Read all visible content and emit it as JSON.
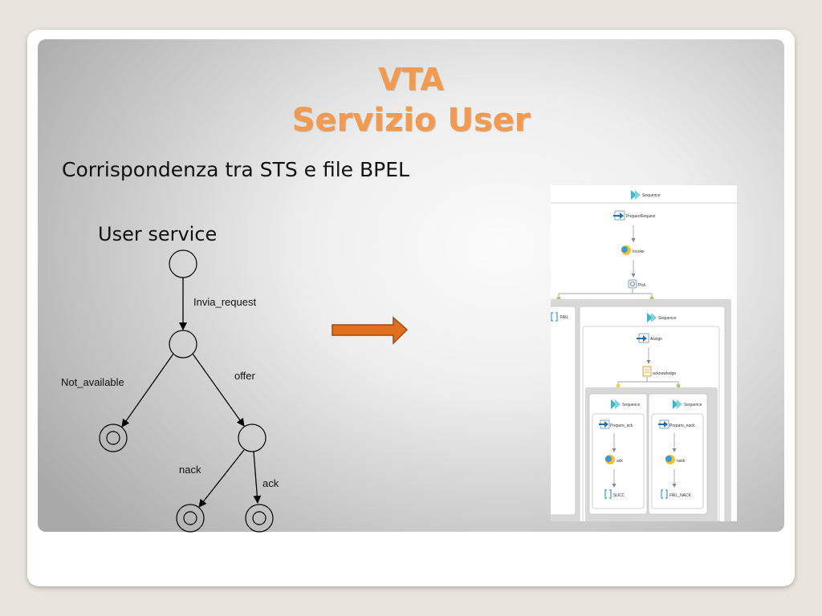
{
  "slide": {
    "title_line1": "VTA",
    "title_line2": "Servizio User",
    "subtitle": "Corrispondenza tra STS e file BPEL",
    "service_label": "User service"
  },
  "sts": {
    "transitions": {
      "invia_request": "Invia_request",
      "not_available": "Not_available",
      "offer": "offer",
      "nack": "nack",
      "ack": "ack"
    }
  },
  "bpel": {
    "nodes": {
      "sequence_top": "Sequence",
      "prepare_request": "PrepareRequest",
      "invoke": "Invoke",
      "pick": "Pick",
      "fail": "FAIL",
      "sequence_mid": "Sequence",
      "assign": "Assign",
      "acknowledge": "acknowledge",
      "sequence_left": "Sequence",
      "sequence_right": "Sequence",
      "prepare_ack": "Prepare_ack",
      "prepare_nack": "Prepare_nack",
      "ack": "ack",
      "nack": "nack",
      "succ": "SUCC",
      "fail_nack": "FAIL_NACK"
    }
  },
  "colors": {
    "title": "#f29a50",
    "arrow_fill": "#e0701e",
    "arrow_stroke": "#9a4a10"
  }
}
